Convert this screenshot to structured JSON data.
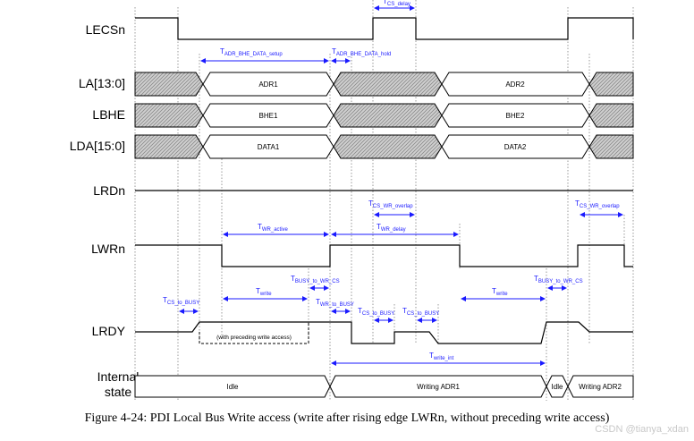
{
  "signals": {
    "lecsn": "LECSn",
    "la": "LA[13:0]",
    "lbhe": "LBHE",
    "lda": "LDA[15:0]",
    "lrdn": "LRDn",
    "lwrn": "LWRn",
    "lrdy": "LRDY",
    "internal_1": "Internal",
    "internal_2": "state"
  },
  "bus_values": {
    "adr1": "ADR1",
    "adr2": "ADR2",
    "bhe1": "BHE1",
    "bhe2": "BHE2",
    "data1": "DATA1",
    "data2": "DATA2"
  },
  "state_values": {
    "idle": "Idle",
    "writing_adr1": "Writing ADR1",
    "idle2": "Idle",
    "writing_adr2": "Writing ADR2"
  },
  "note": "(with preceding write access)",
  "timings": {
    "cs_delay": {
      "main": "T",
      "sub": "CS_delay"
    },
    "adr_setup": {
      "main": "T",
      "sub": "ADR_BHE_DATA_setup"
    },
    "adr_hold": {
      "main": "T",
      "sub": "ADR_BHE_DATA_hold"
    },
    "cs_wr_overlap_1": {
      "main": "T",
      "sub": "CS_WR_overlap"
    },
    "cs_wr_overlap_2": {
      "main": "T",
      "sub": "CS_WR_overlap"
    },
    "wr_active": {
      "main": "T",
      "sub": "WR_active"
    },
    "wr_delay": {
      "main": "T",
      "sub": "WR_delay"
    },
    "busy_to_wr_cs_1": {
      "main": "T",
      "sub": "BUSY_to_WR_CS"
    },
    "busy_to_wr_cs_2": {
      "main": "T",
      "sub": "BUSY_to_WR_CS"
    },
    "cs_to_busy_1": {
      "main": "T",
      "sub": "CS_to_BUSY"
    },
    "write_1": {
      "main": "T",
      "sub": "write"
    },
    "wr_to_busy": {
      "main": "T",
      "sub": "WR_to_BUSY"
    },
    "cs_to_busy_2": {
      "main": "T",
      "sub": "CS_to_BUSY"
    },
    "cs_to_busy_3": {
      "main": "T",
      "sub": "CS_to_BUSY"
    },
    "write_2": {
      "main": "T",
      "sub": "write"
    },
    "write_int": {
      "main": "T",
      "sub": "write_int"
    }
  },
  "caption": "Figure 4-24: PDI Local Bus Write access (write after rising edge LWRn, without preceding write access)",
  "watermark": "CSDN @tianya_xdan",
  "colors": {
    "timing": "#1a1aff",
    "hatch": "#9a9a9a",
    "line": "#000000"
  }
}
